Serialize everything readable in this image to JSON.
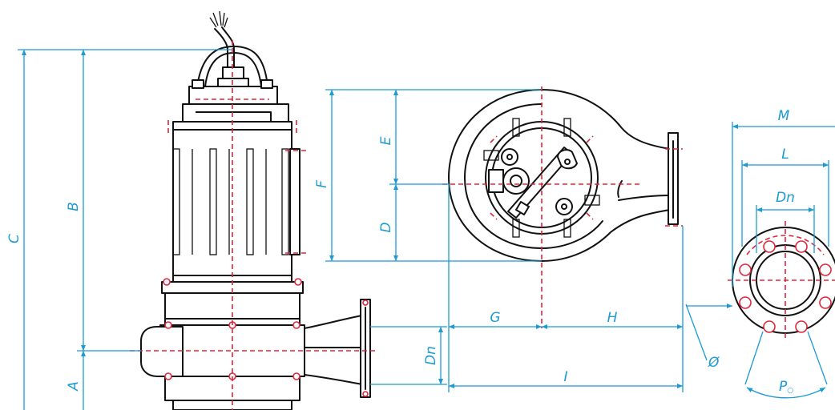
{
  "colors": {
    "outline": "#111111",
    "centerline": "#e0263b",
    "dimension": "#1b9ad6"
  },
  "labels": {
    "A": "A",
    "B": "B",
    "C": "C",
    "Dn_side": "Dn",
    "D": "D",
    "E": "E",
    "F": "F",
    "G": "G",
    "H": "H",
    "I": "I",
    "M": "M",
    "L": "L",
    "Dn_flange": "Dn",
    "phi": "Ø",
    "P_main": "P",
    "P_sub": "○"
  }
}
